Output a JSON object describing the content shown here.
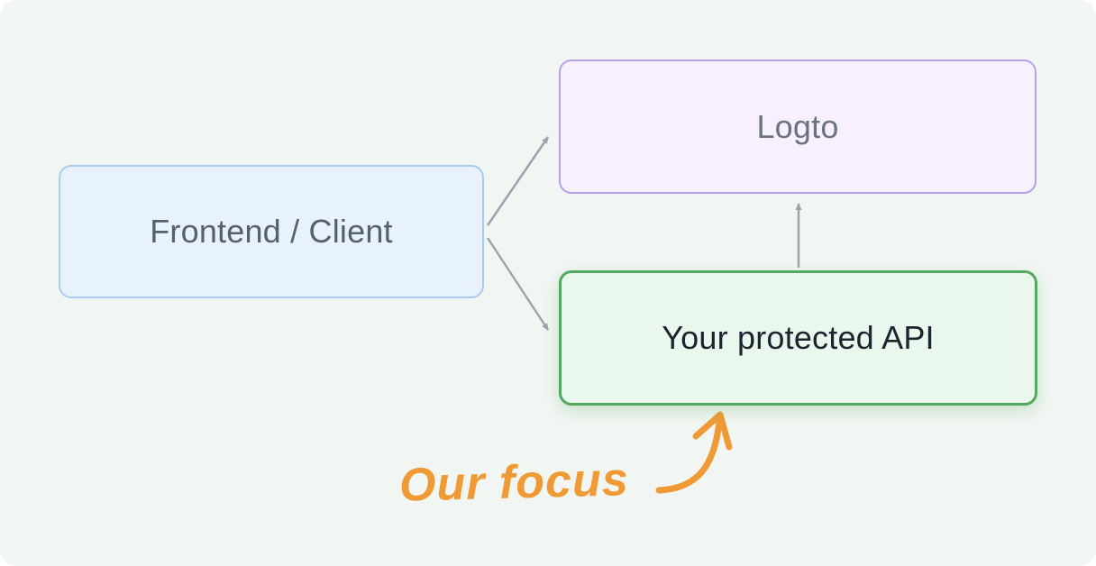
{
  "diagram": {
    "background_color": "#f2f6f3",
    "arrow_color": "#9ca3af"
  },
  "nodes": {
    "frontend": {
      "label": "Frontend / Client",
      "fill": "#e8f2fd",
      "border": "#a9cdf2",
      "text_color": "#57606e"
    },
    "logto": {
      "label": "Logto",
      "fill": "#f8f0fe",
      "border": "#b5a0ec",
      "text_color": "#6b7280"
    },
    "api": {
      "label": "Your protected API",
      "fill": "#eaf7ec",
      "border": "#55a860",
      "text_color": "#1c2430"
    }
  },
  "connections": [
    {
      "from": "frontend",
      "to": "logto"
    },
    {
      "from": "frontend",
      "to": "api"
    },
    {
      "from": "api",
      "to": "logto"
    }
  ],
  "annotation": {
    "label": "Our focus",
    "color": "#f09a36",
    "points_to": "api"
  }
}
